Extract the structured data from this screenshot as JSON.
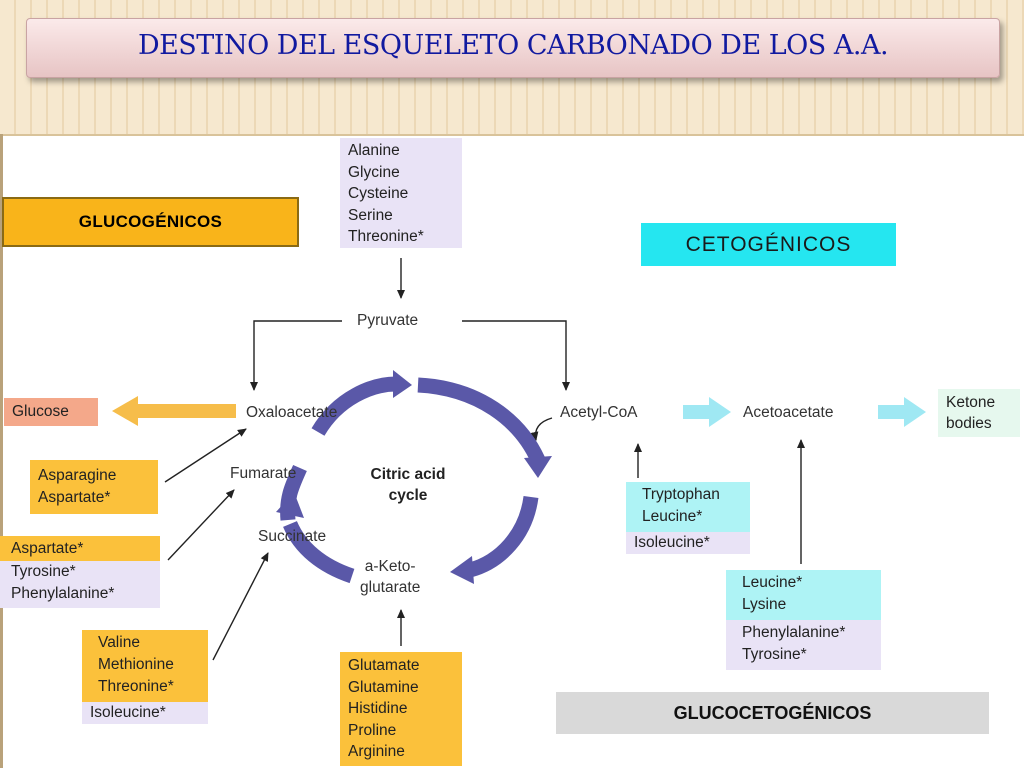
{
  "title": "DESTINO DEL ESQUELETO CARBONADO DE LOS  A.A.",
  "labels": {
    "glucogenicos": "GLUCOGÉNICOS",
    "cetogenicos": "CETOGÉNICOS",
    "glucocetogenicos": "GLUCOCETOGÉNICOS"
  },
  "nodes": {
    "pyruvate": "Pyruvate",
    "oxaloacetate": "Oxaloacetate",
    "fumarate": "Fumarate",
    "succinate": "Succinate",
    "akg_line1": "a-Keto-",
    "akg_line2": "glutarate",
    "cycle_line1": "Citric acid",
    "cycle_line2": "cycle",
    "acetyl_coa": "Acetyl-CoA",
    "acetoacetate": "Acetoacetate",
    "glucose": "Glucose",
    "ketone_line1": "Ketone",
    "ketone_line2": "bodies"
  },
  "groups": {
    "to_pyruvate": [
      "Alanine",
      "Glycine",
      "Cysteine",
      "Serine",
      "Threonine*"
    ],
    "to_oxaloacetate": [
      "Asparagine",
      "Aspartate*"
    ],
    "to_fumarate": [
      "Aspartate*",
      "Tyrosine*",
      "Phenylalanine*"
    ],
    "to_succinate": [
      "Valine",
      "Methionine",
      "Threonine*",
      "Isoleucine*"
    ],
    "to_akg": [
      "Glutamate",
      "Glutamine",
      "Histidine",
      "Proline",
      "Arginine"
    ],
    "to_acetyl_coa": [
      "Tryptophan",
      "Leucine*",
      "Isoleucine*"
    ],
    "to_acetoacetate": [
      "Leucine*",
      "Lysine",
      "Phenylalanine*",
      "Tyrosine*"
    ]
  },
  "colors": {
    "title_text": "#111aa0",
    "glucogenic": "#fbc13b",
    "ketogenic": "#aef3f5",
    "neutral": "#e9e3f6",
    "cycle_arrow": "#5a58a8"
  }
}
